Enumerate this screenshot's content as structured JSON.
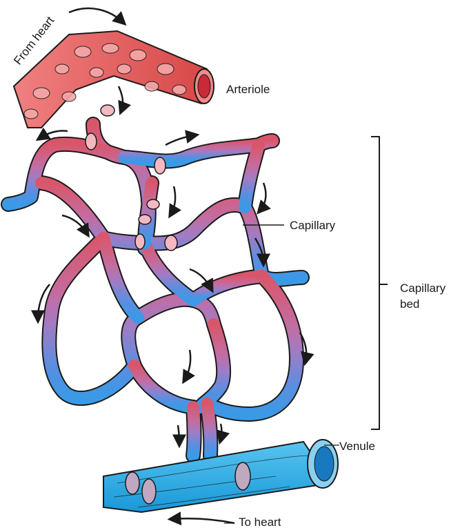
{
  "labels": {
    "from_heart": "From heart",
    "arteriole": "Arteriole",
    "capillary": "Capillary",
    "capillary_bed_line1": "Capillary",
    "capillary_bed_line2": "bed",
    "venule": "Venule",
    "to_heart": "To heart"
  },
  "colors": {
    "arterial": "#e0606a",
    "transition": "#b070c0",
    "venous": "#3a90e0",
    "venule_fill": "#2aa8e6",
    "outline": "#1a1a1a"
  },
  "icons": {
    "flow_arrow": "curved-arrow",
    "bracket": "square-bracket"
  }
}
